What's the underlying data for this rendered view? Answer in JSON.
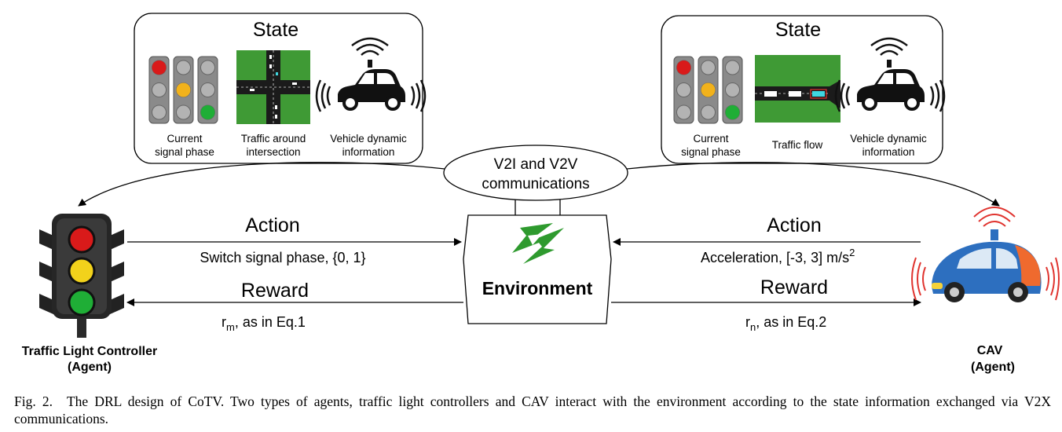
{
  "left_state": {
    "title": "State",
    "items": [
      {
        "line1": "Current",
        "line2": "signal phase"
      },
      {
        "line1": "Traffic around",
        "line2": "intersection"
      },
      {
        "line1": "Vehicle dynamic",
        "line2": "information"
      }
    ]
  },
  "right_state": {
    "title": "State",
    "items": [
      {
        "line1": "Current",
        "line2": "signal phase"
      },
      {
        "line1": "Traffic flow",
        "line2": ""
      },
      {
        "line1": "Vehicle dynamic",
        "line2": "information"
      }
    ]
  },
  "comm": {
    "line1": "V2I and V2V",
    "line2": "communications"
  },
  "environment": {
    "label": "Environment"
  },
  "left_flow": {
    "action_title": "Action",
    "action_text": "Switch signal phase, {0, 1}",
    "reward_title": "Reward",
    "reward_main": "r",
    "reward_sub": "m",
    "reward_rest": ", as in Eq.1"
  },
  "right_flow": {
    "action_title": "Action",
    "action_text": "Acceleration, [-3, 3] m/s",
    "action_sup": "2",
    "reward_title": "Reward",
    "reward_main": "r",
    "reward_sub": "n",
    "reward_rest": ", as in Eq.2"
  },
  "left_agent": {
    "line1": "Traffic Light Controller",
    "line2": "(Agent)"
  },
  "right_agent": {
    "line1": "CAV",
    "line2": "(Agent)"
  },
  "caption": {
    "label": "Fig. 2.",
    "text": "The DRL design of CoTV. Two types of agents, traffic light controllers and CAV interact with the environment according to the state information exchanged via V2X communications."
  },
  "colors": {
    "red": "#d91a1a",
    "yellow": "#f2b21b",
    "green": "#1fae36",
    "grass": "#3f9a35",
    "road": "#1b1b1b",
    "car_blue": "#2d6fbf",
    "car_orange": "#ef6a2e",
    "env_green": "#2e9a2e",
    "signal_red": "#e0342f"
  }
}
